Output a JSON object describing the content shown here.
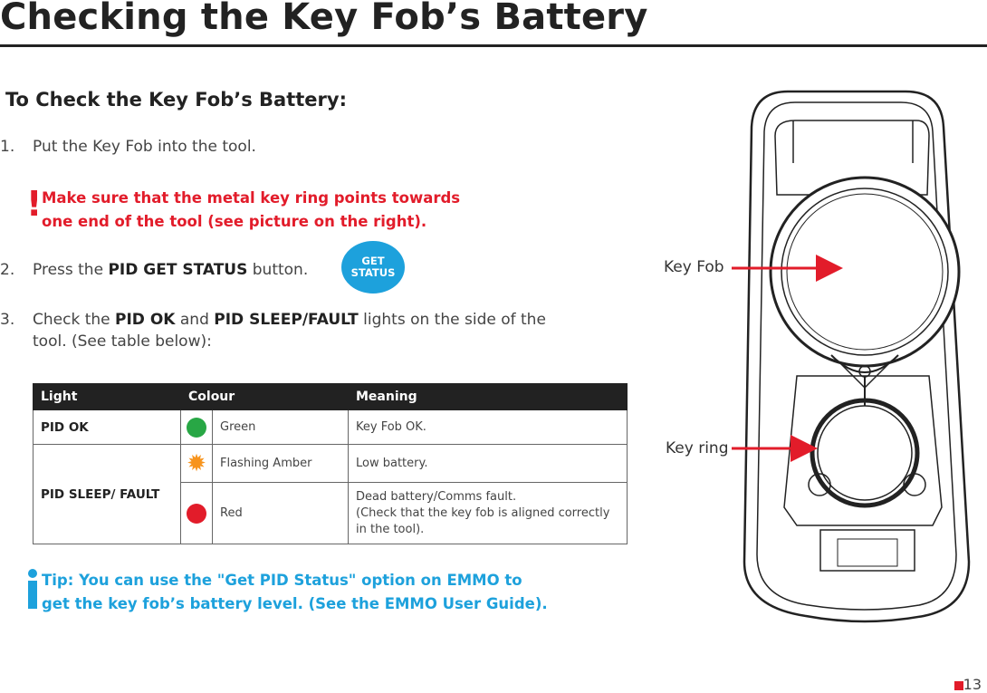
{
  "page": {
    "title": "Checking the Key Fob’s Battery",
    "heading": "To Check the Key Fob’s Battery:",
    "page_number": "13"
  },
  "steps": [
    {
      "num": "1.",
      "text": "Put the Key Fob into the tool."
    },
    {
      "num": "2.",
      "pre": "Press the ",
      "bold": "PID GET STATUS",
      "post": " button."
    },
    {
      "num": "3.",
      "pre": "Check the ",
      "bold1": "PID OK",
      "mid": " and ",
      "bold2": "PID SLEEP/FAULT",
      "post": " lights on the side of the",
      "line2": "tool. (See table below):"
    }
  ],
  "warning": {
    "icon": "exclamation-icon",
    "line1": "Make sure that the metal key ring points towards",
    "line2": "one end of the tool (see picture on the right).",
    "color": "#e21c2a"
  },
  "button": {
    "line1": "GET",
    "line2": "STATUS",
    "color": "#1da1dc"
  },
  "table": {
    "headers": [
      "Light",
      "Colour",
      "Meaning"
    ],
    "rows": [
      {
        "light": "PID OK",
        "indicator": "green-dot",
        "colour": "Green",
        "meaning": "Key Fob OK."
      },
      {
        "light": "PID SLEEP/ FAULT",
        "indicator": "amber-star",
        "colour": "Flashing Amber",
        "meaning": "Low battery."
      },
      {
        "light": "",
        "indicator": "red-dot",
        "colour": "Red",
        "meaning_line1": "Dead battery/Comms fault.",
        "meaning_line2": "(Check that the key fob is aligned correctly",
        "meaning_line3": "in the tool)."
      }
    ]
  },
  "tip": {
    "icon": "info-icon",
    "line1": "Tip: You can use the \"Get PID Status\" option on EMMO to",
    "line2": "get the key fob’s battery level. (See the EMMO User Guide).",
    "color": "#1da1dc"
  },
  "figure": {
    "label_key_fob": "Key Fob",
    "label_key_ring": "Key ring",
    "arrow_color": "#e21c2a"
  }
}
